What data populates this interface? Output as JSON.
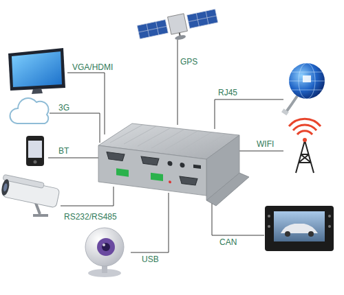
{
  "diagram": {
    "labels": [
      "GPS",
      "VGA/HDMI",
      "RJ45",
      "3G",
      "BT",
      "WIFI",
      "RS232/RS485",
      "CAN",
      "USB"
    ]
  }
}
